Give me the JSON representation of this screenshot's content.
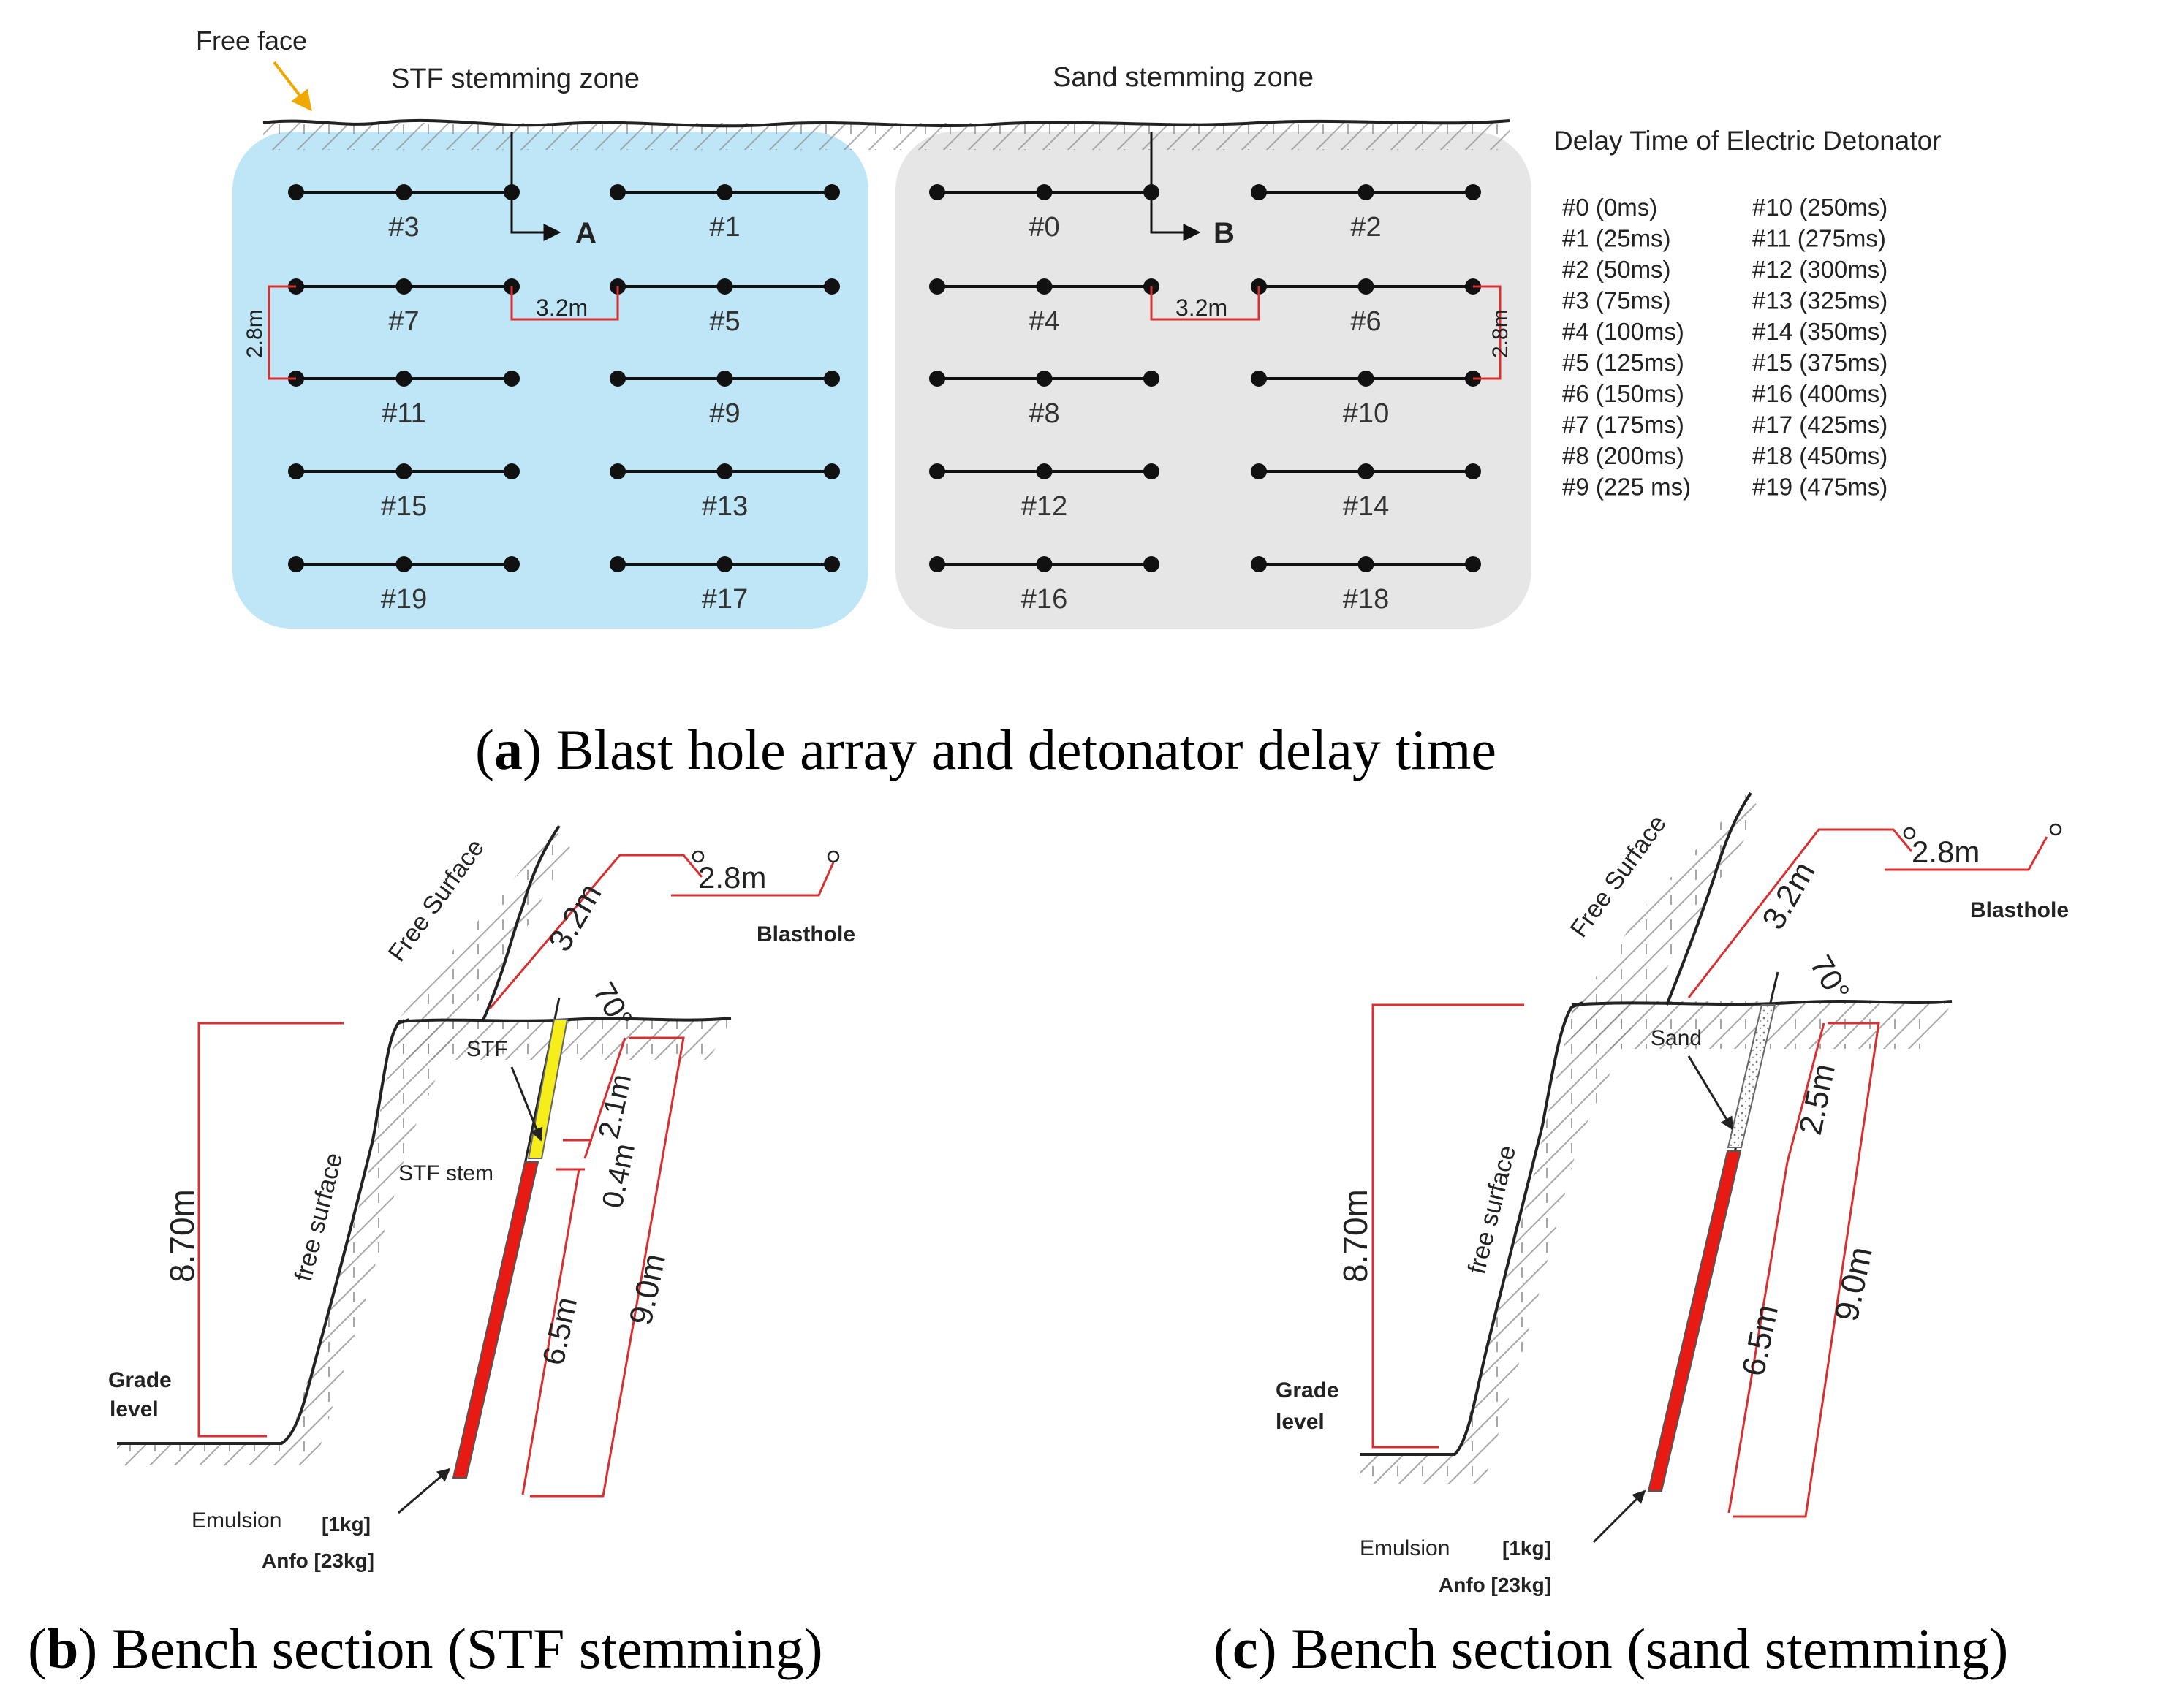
{
  "colors": {
    "stf_zone": "#bfe6f6",
    "sand_zone": "#e6e6e6",
    "dimension": "#d83030",
    "stf_stemming": "#f5ee1a",
    "explosive": "#e81a14",
    "free_face_arrow": "#f0a800"
  },
  "panel_a": {
    "free_face": "Free face",
    "stf_zone": "STF stemming zone",
    "sand_zone": "Sand stemming zone",
    "section_a": "A",
    "section_b": "B",
    "spacing": "3.2m",
    "burden": "2.8m",
    "stf_rows": [
      [
        "#3",
        "#1"
      ],
      [
        "#7",
        "#5"
      ],
      [
        "#11",
        "#9"
      ],
      [
        "#15",
        "#13"
      ],
      [
        "#19",
        "#17"
      ]
    ],
    "sand_rows": [
      [
        "#0",
        "#2"
      ],
      [
        "#4",
        "#6"
      ],
      [
        "#8",
        "#10"
      ],
      [
        "#12",
        "#14"
      ],
      [
        "#16",
        "#18"
      ]
    ],
    "delay_title": "Delay Time of Electric Detonator",
    "delay_col1": [
      "#0 (0ms)",
      "#1 (25ms)",
      "#2 (50ms)",
      "#3 (75ms)",
      "#4 (100ms)",
      "#5 (125ms)",
      "#6 (150ms)",
      "#7 (175ms)",
      "#8 (200ms)",
      "#9 (225 ms)"
    ],
    "delay_col2": [
      "#10 (250ms)",
      "#11 (275ms)",
      "#12 (300ms)",
      "#13 (325ms)",
      "#14 (350ms)",
      "#15 (375ms)",
      "#16 (400ms)",
      "#17 (425ms)",
      "#18 (450ms)",
      "#19 (475ms)"
    ],
    "caption_letter": "a",
    "caption_text": " Blast hole array and detonator delay time"
  },
  "panel_b": {
    "free_surface_top": "Free Surface",
    "free_surface_side": "free surface",
    "spacing": "3.2m",
    "burden": "2.8m",
    "angle": "70°",
    "blasthole": "Blasthole",
    "stem_label": "STF",
    "stem_note": "STF stem",
    "stem_len": "2.1m",
    "gap_len": "0.4m",
    "charge_len": "6.5m",
    "hole_len": "9.0m",
    "bench_height": "8.70m",
    "grade": "Grade",
    "level": "level",
    "emulsion": "Emulsion",
    "emulsion_qty": "[1kg]",
    "anfo": "Anfo [23kg]",
    "caption_letter": "b",
    "caption_text": " Bench section (STF stemming)"
  },
  "panel_c": {
    "free_surface_top": "Free Surface",
    "free_surface_side": "free surface",
    "spacing": "3.2m",
    "burden": "2.8m",
    "angle": "70°",
    "blasthole": "Blasthole",
    "stem_label": "Sand",
    "stem_len": "2.5m",
    "charge_len": "6.5m",
    "hole_len": "9.0m",
    "bench_height": "8.70m",
    "grade": "Grade",
    "level": "level",
    "emulsion": "Emulsion",
    "emulsion_qty": "[1kg]",
    "anfo": "Anfo [23kg]",
    "caption_letter": "c",
    "caption_text": " Bench section (sand stemming)"
  }
}
